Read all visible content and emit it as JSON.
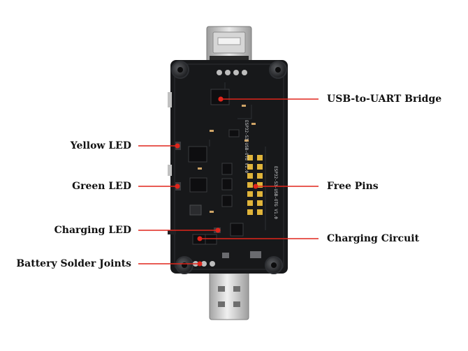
{
  "labels": {
    "usb_uart_bridge": "USB-to-UART Bridge",
    "yellow_led": "Yellow LED",
    "free_pins": "Free Pins",
    "green_led": "Green LED",
    "charging_led": "Charging LED",
    "charging_circuit": "Charging Circuit",
    "battery_solder_joints": "Battery Solder Joints"
  },
  "silkscreen": {
    "board_name": "ESP32-S3-USB-OTG V1.0",
    "side_text": "ESP32-S3-USB-OTG V1.0"
  },
  "colors": {
    "pointer": "#e0251b",
    "pcb": "#17181a",
    "pad": "#e0b43a",
    "usb_metal": "#c9c9c9"
  }
}
